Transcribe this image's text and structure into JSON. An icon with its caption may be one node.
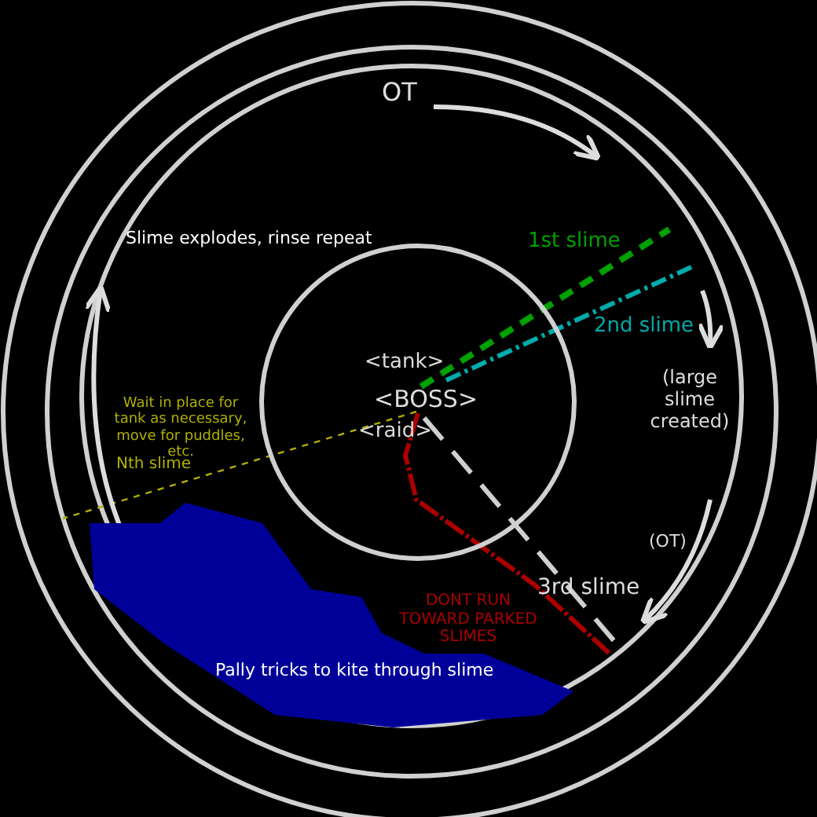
{
  "diagram": {
    "nodes": [
      {
        "text": [
          "<tank>",
          "<BOSS>",
          "<raid>"
        ]
      },
      {
        "text": [
          "Pally tricks to kite through slime"
        ]
      }
    ],
    "labels": [
      "OT",
      "Slime explodes, rinse repeat",
      "1st slime",
      "2nd slime",
      "(large slime created)",
      "Wait in place for tank as necessary, move for puddles, etc.",
      "Nth slime",
      "(OT)",
      "3rd slime",
      "DONT RUN TOWARD PARKED SLIMES"
    ]
  }
}
